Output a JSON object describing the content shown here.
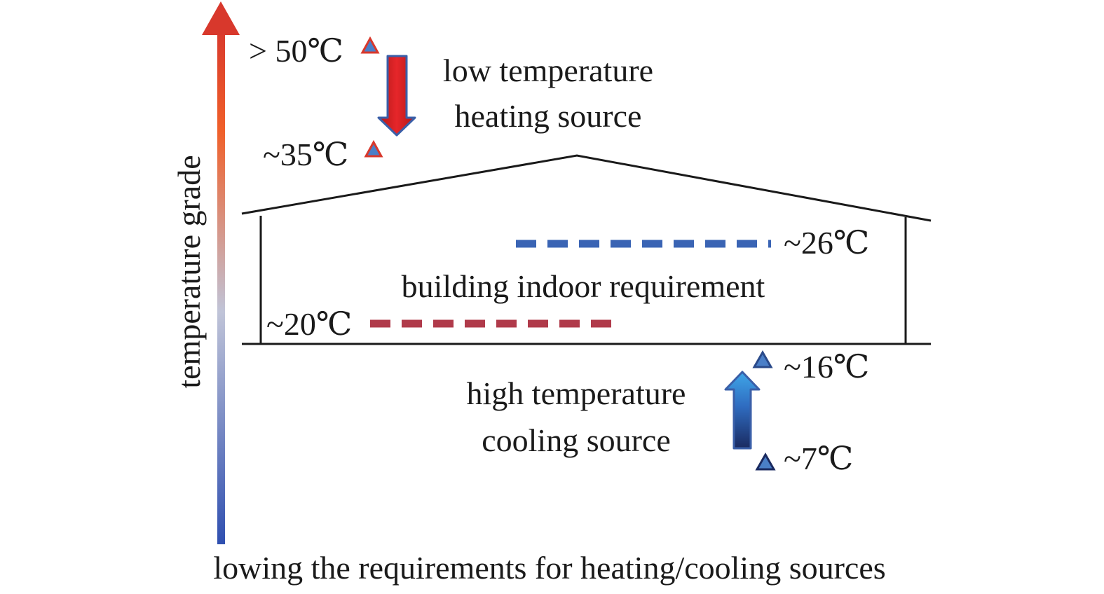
{
  "axis": {
    "label": "temperature grade",
    "gradient_top": "#d8382c",
    "gradient_upper": "#f0602a",
    "gradient_mid": "#c0c4d8",
    "gradient_bottom": "#2f4fb0"
  },
  "heating": {
    "line1": "low temperature",
    "line2": "heating source",
    "high_temp": "> 50℃",
    "low_temp": "~35℃",
    "arrow_color": "#c8201e"
  },
  "indoor": {
    "label": "building indoor requirement",
    "cooling_setpoint": "~26℃",
    "heating_setpoint": "~20℃",
    "cooling_line_color": "#3a64b4",
    "heating_line_color": "#b03a4a"
  },
  "cooling": {
    "line1": "high temperature",
    "line2": "cooling source",
    "high_temp": "~16℃",
    "low_temp": "~7℃",
    "arrow_color": "#2f7fd0"
  },
  "footer": {
    "caption": "lowing the requirements for heating/cooling sources"
  },
  "colors": {
    "marker_red": "#d8382c",
    "marker_blue": "#4a7fc8",
    "outline": "#1a1a1a"
  }
}
